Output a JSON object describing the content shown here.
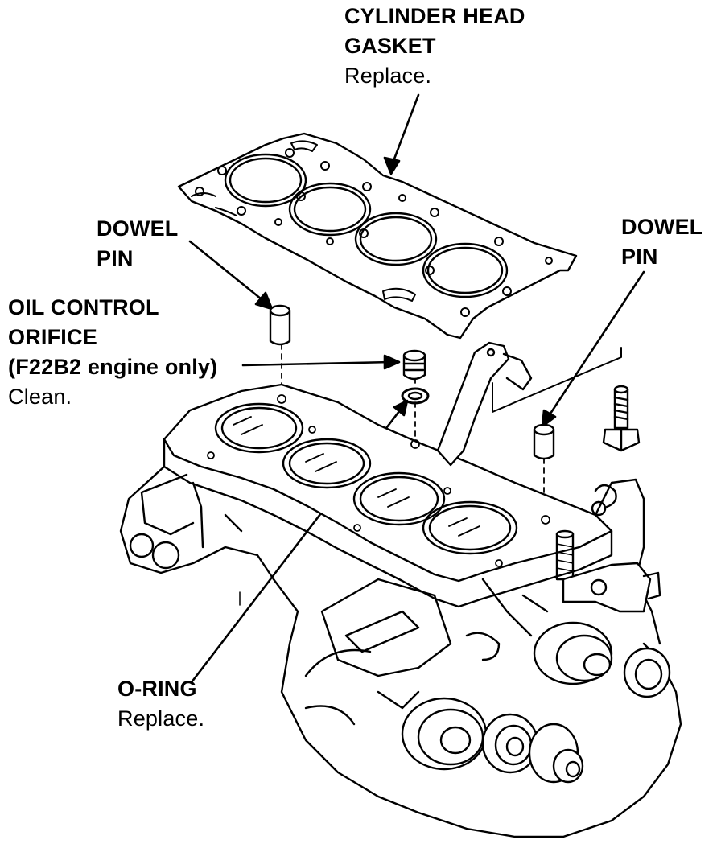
{
  "labels": {
    "gasket": {
      "line1": "CYLINDER HEAD",
      "line2": "GASKET",
      "note": "Replace."
    },
    "dowel_left": {
      "line1": "DOWEL",
      "line2": "PIN"
    },
    "dowel_right": {
      "line1": "DOWEL",
      "line2": "PIN"
    },
    "orifice": {
      "line1": "OIL CONTROL",
      "line2": "ORIFICE",
      "line3": "(F22B2 engine only)",
      "note": "Clean."
    },
    "oring": {
      "line1": "O-RING",
      "note": "Replace."
    }
  },
  "colors": {
    "ink": "#000000",
    "paper": "#ffffff"
  }
}
